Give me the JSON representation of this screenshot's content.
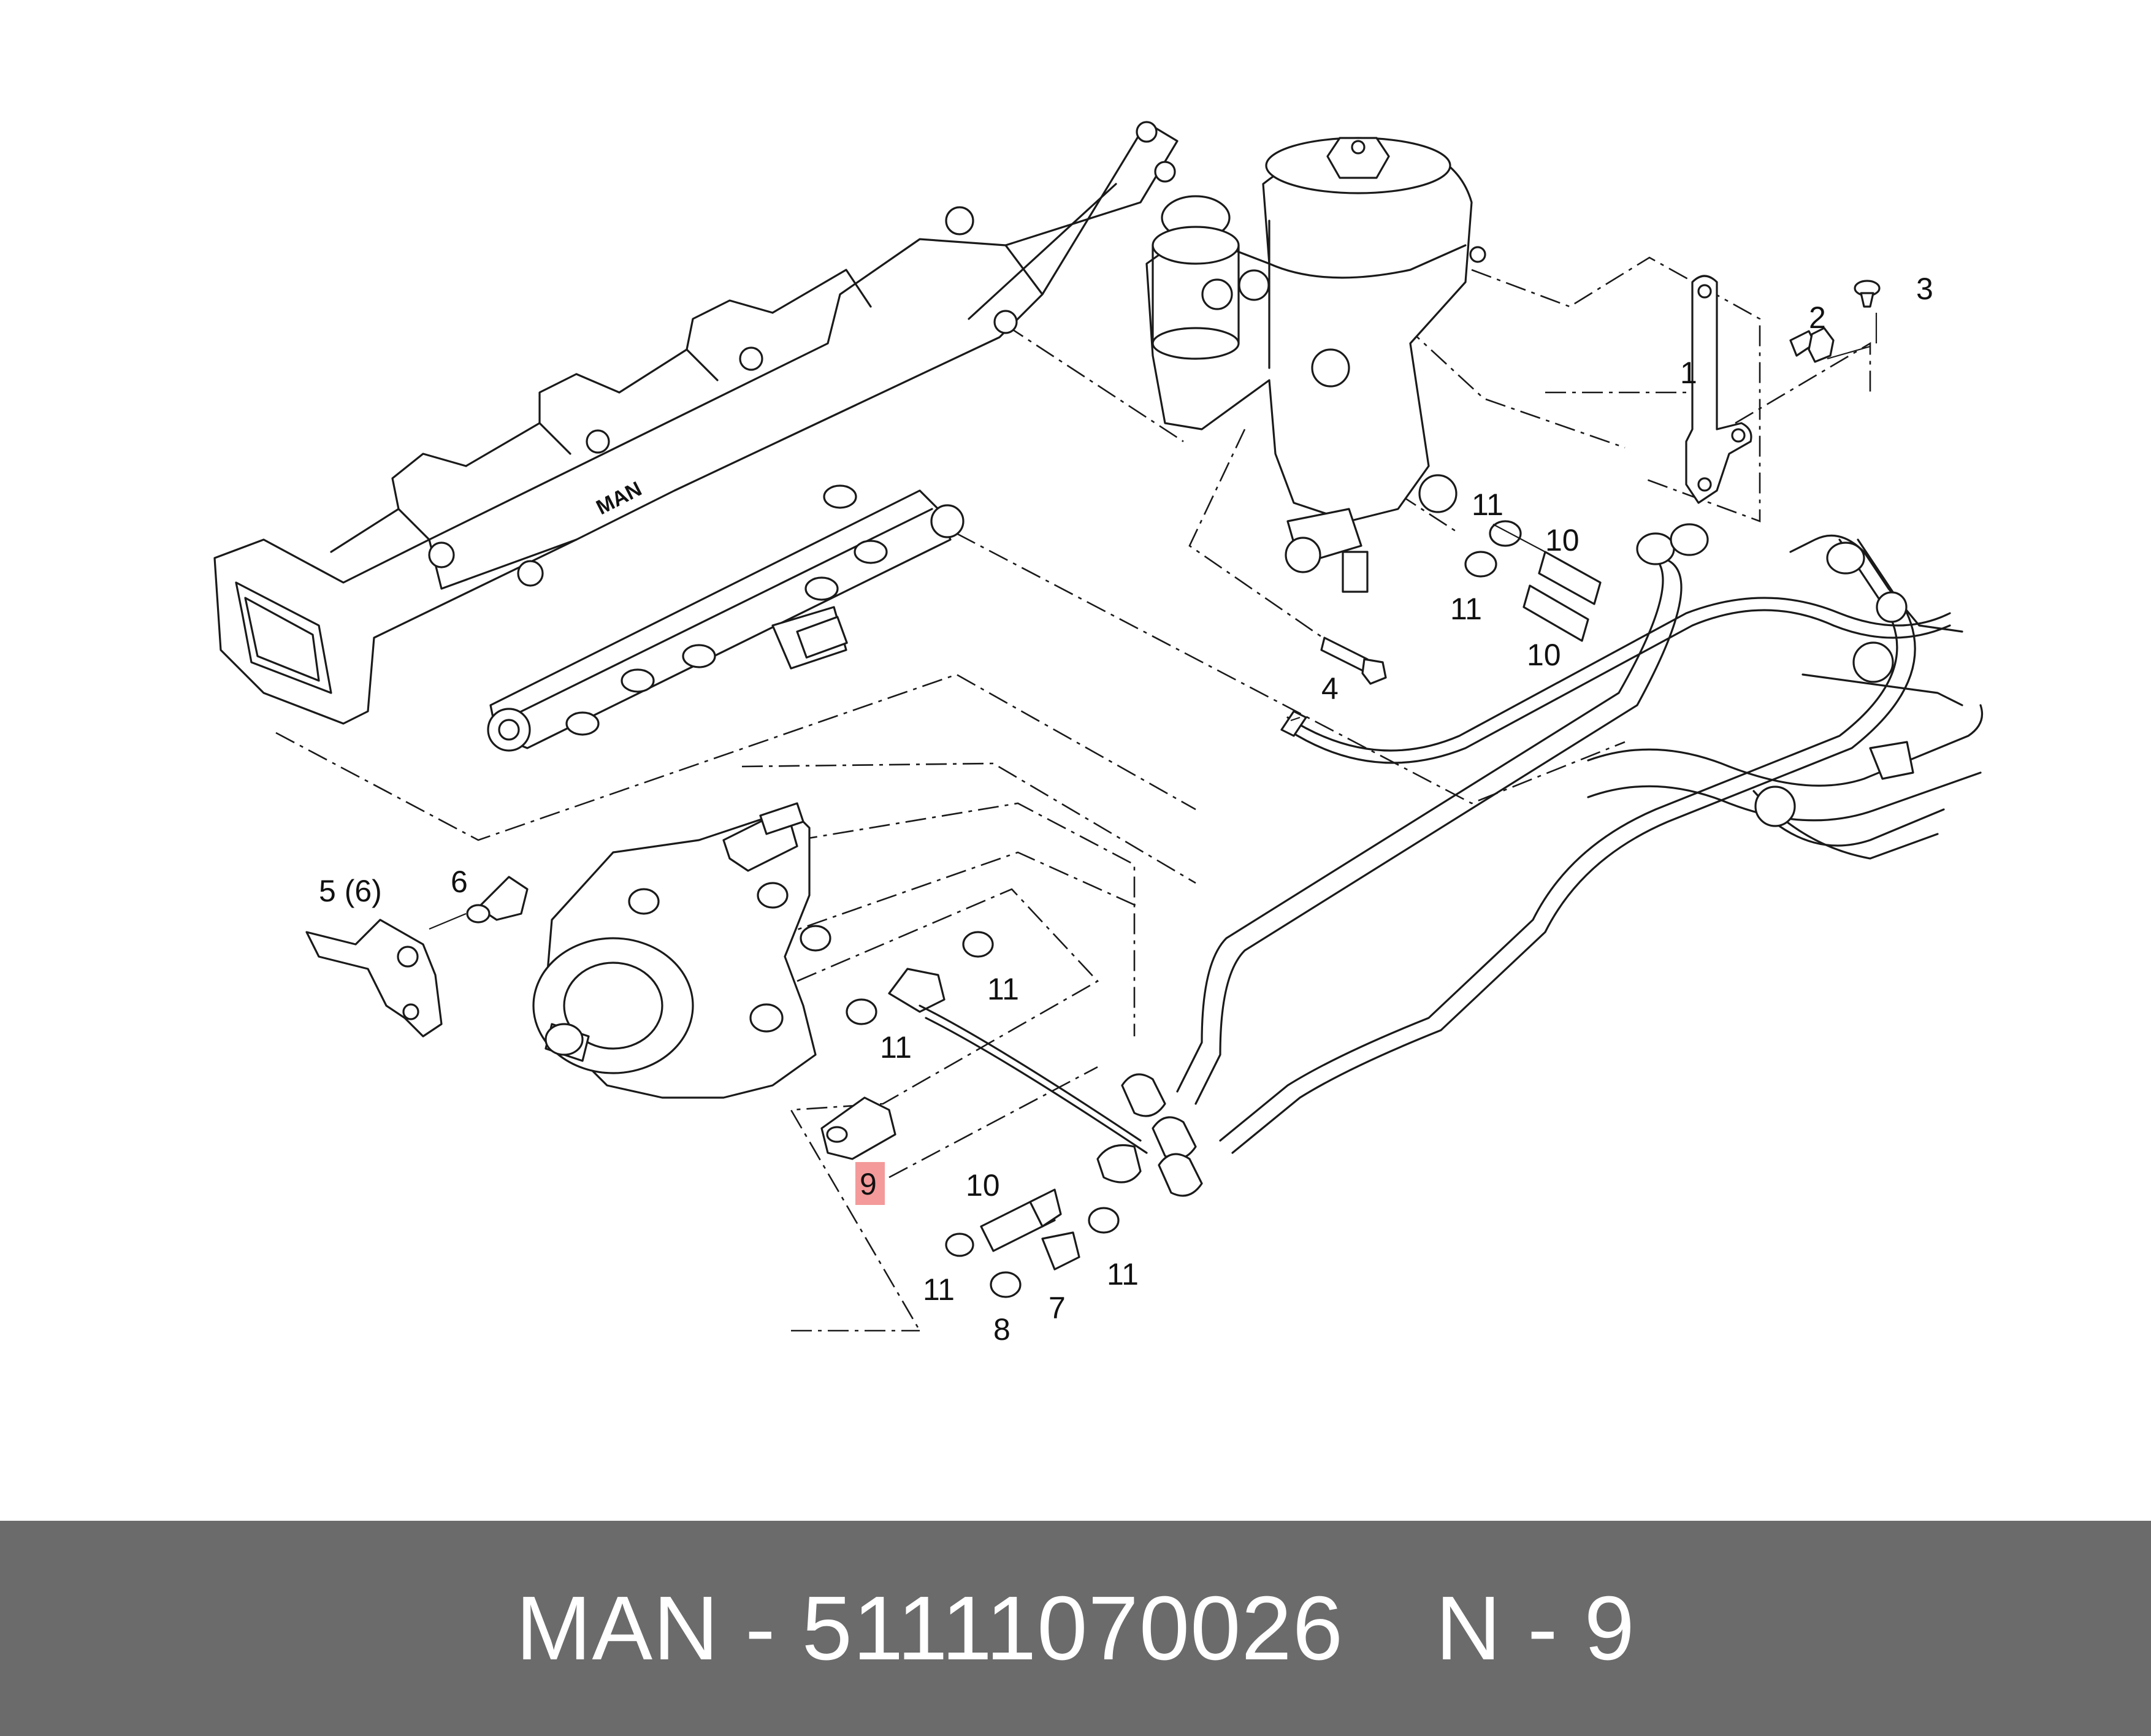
{
  "callouts": {
    "c1": "1",
    "c2": "2",
    "c3": "3",
    "c4": "4",
    "c5": "5 (6)",
    "c6": "6",
    "c7": "7",
    "c8": "8",
    "c9": "9",
    "c10a": "10",
    "c10b": "10",
    "c10c": "10",
    "c11a": "11",
    "c11b": "11",
    "c11c": "11",
    "c11d": "11",
    "c11e": "11",
    "c11f": "11"
  },
  "manifold_logo": "MAN",
  "highlight_color": "#f49a9a",
  "footer": {
    "brand": "MAN",
    "separator": "-",
    "part_number": "51111070026",
    "position_prefix": "N",
    "position_separator": "-",
    "position_number": "9"
  }
}
